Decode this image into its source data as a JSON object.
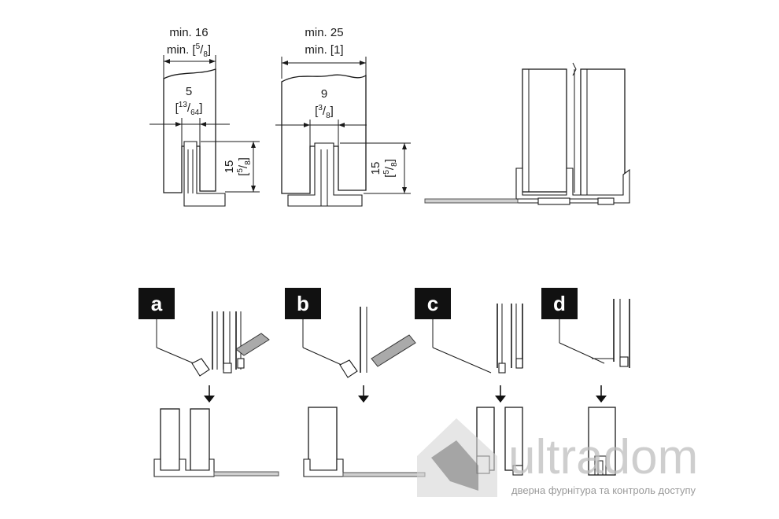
{
  "dimensions": {
    "left": {
      "width_text": "min. 16",
      "width_inch_prefix": "min. [",
      "width_inch_num": "5",
      "width_inch_den": "8",
      "width_inch_suffix": "]",
      "thickness": "5",
      "thickness_inch_num": "13",
      "thickness_inch_den": "64",
      "height": "15",
      "height_inch_num": "5",
      "height_inch_den": "8"
    },
    "right": {
      "width_text": "min. 25",
      "width_inch_text": "min. [1]",
      "thickness": "9",
      "thickness_inch_num": "3",
      "thickness_inch_den": "8",
      "height": "15",
      "height_inch_num": "5",
      "height_inch_den": "8"
    }
  },
  "steps": [
    "a",
    "b",
    "c",
    "d"
  ],
  "watermark": {
    "brand": "ultradom",
    "tagline": "дверна фурнітура та контроль доступу"
  }
}
